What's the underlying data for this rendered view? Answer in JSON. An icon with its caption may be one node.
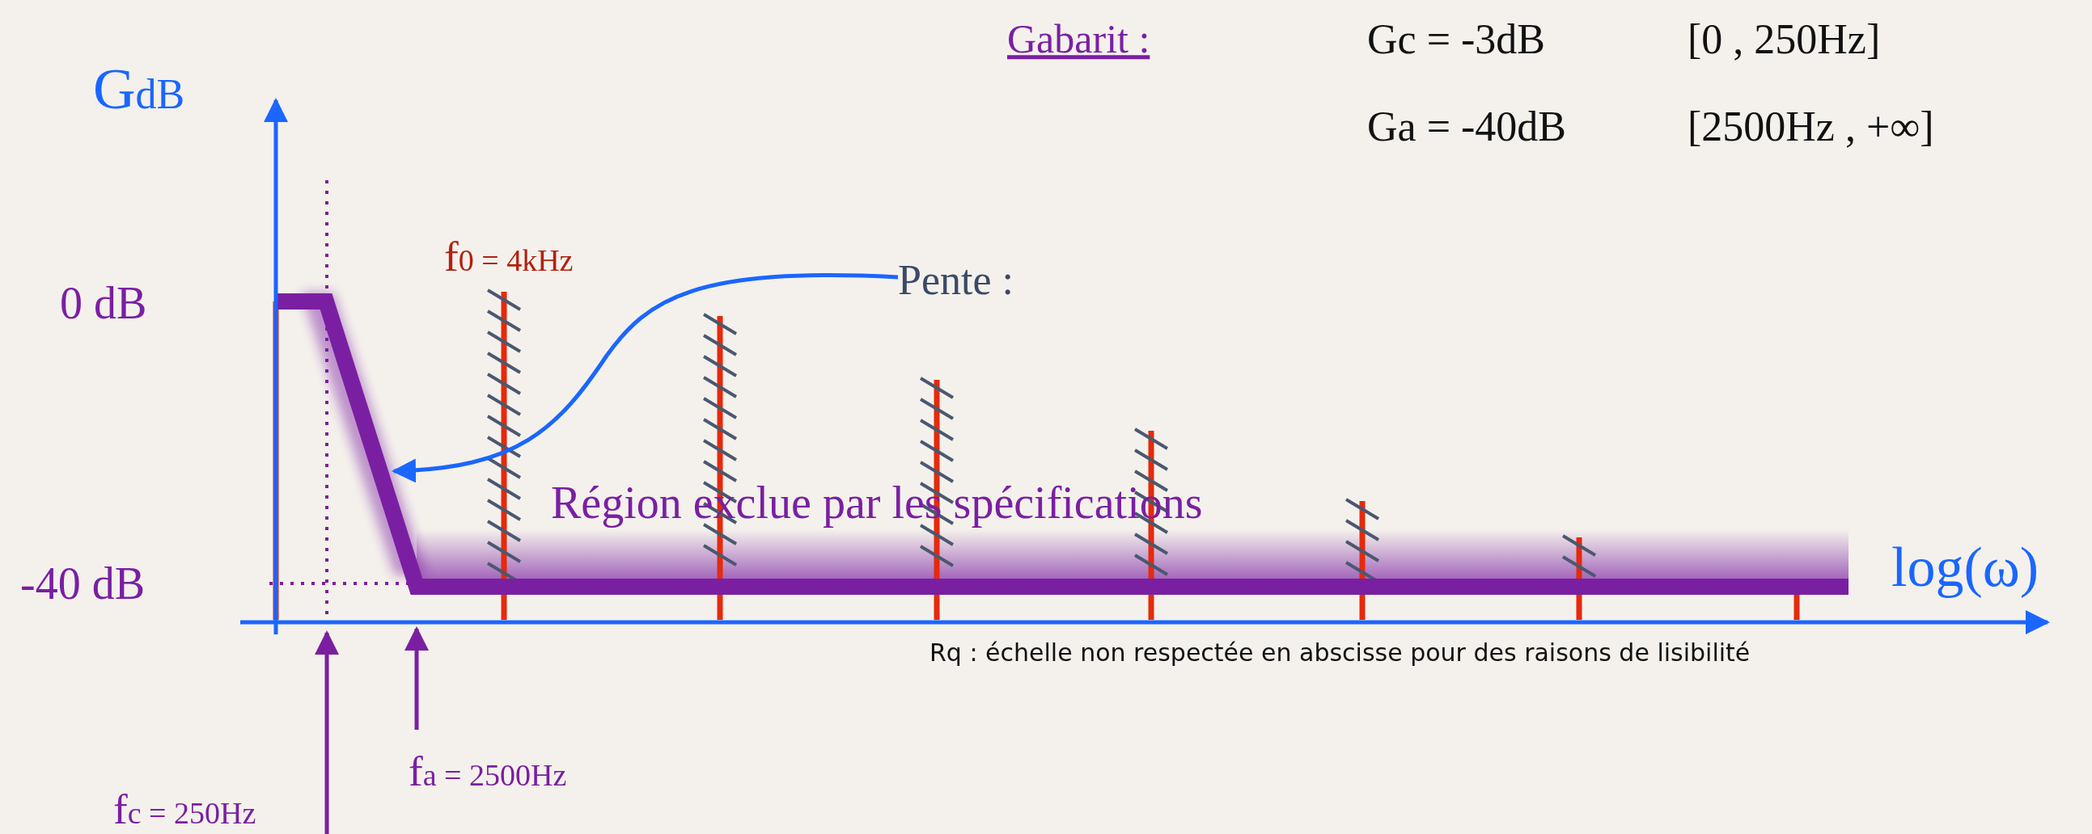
{
  "diagram": {
    "nodes": [
      {
        "text": [
          "Pente :"
        ]
      },
      {
        "text": [
          "fc = 250Hz"
        ]
      },
      {
        "text": [
          "fa = 2500Hz"
        ]
      }
    ],
    "edges": [
      {
        "from": 0,
        "to": null,
        "arrow": "to",
        "color": "#1a66ff"
      },
      {
        "from": 1,
        "to": null,
        "arrow": "to"
      },
      {
        "from": 2,
        "to": null,
        "arrow": "to"
      }
    ],
    "labels": [
      "Gabarit :",
      "Gc = -3dB",
      "[0 , 250Hz]",
      "GdB",
      "Ga = -40dB",
      "[2500Hz , +∞]",
      "f0 = 4kHz",
      "0 dB",
      "Région exclue par les spécifications",
      "log(ω)",
      "-40 dB",
      "Rq : échelle non respectée en abscisse pour des raisons de lisibilité"
    ]
  }
}
